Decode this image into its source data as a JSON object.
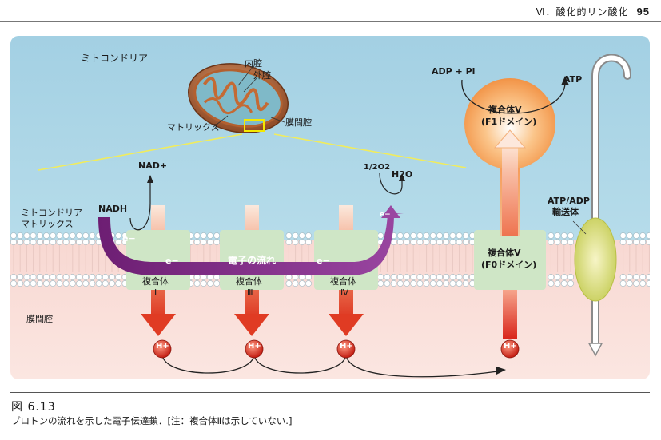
{
  "header": {
    "section": "Ⅵ．酸化的リン酸化",
    "page_number": "95"
  },
  "figure": {
    "labels": {
      "mitochondrion": "ミトコンドリア",
      "inner_cavity": "内腔",
      "outer_cavity": "外腔",
      "matrix": "マトリックス",
      "intermembrane_space": "膜間腔",
      "mito_matrix_line1": "ミトコンドリア",
      "mito_matrix_line2": "マトリックス",
      "intermembrane_space_region": "膜間腔",
      "nadh": "NADH",
      "nad_plus": "NAD+",
      "half_o2": "1/2O2",
      "h2o": "H2O",
      "electron": "e−",
      "electron_flow": "電子の流れ",
      "complex_I": {
        "name": "複合体",
        "numeral": "Ⅰ"
      },
      "complex_III": {
        "name": "複合体",
        "numeral": "Ⅲ"
      },
      "complex_IV": {
        "name": "複合体",
        "numeral": "Ⅳ"
      },
      "complex_V_F0": {
        "line1": "複合体Ⅴ",
        "line2": "(F0ドメイン)"
      },
      "complex_V_F1": {
        "line1": "複合体Ⅴ",
        "line2": "(F1ドメイン)"
      },
      "adp_pi": "ADP + Pi",
      "atp": "ATP",
      "atp_adp_transporter_line1": "ATP/ADP",
      "atp_adp_transporter_line2": "輸送体",
      "proton": "H+"
    },
    "colors": {
      "matrix_blue": "#a9d4e6",
      "intermembrane_pink": "#f8dcd6",
      "electron_flow_purple": "#7b2a7e",
      "complex_green": "#cfe6c6",
      "proton_red": "#d6291c",
      "f1_orange": "#f7a157",
      "transporter_yellow": "#e9e89a"
    }
  },
  "caption": {
    "number": "図 6.13",
    "text": "プロトンの流れを示した電子伝達鎖．[注：複合体Ⅱは示していない.]"
  }
}
